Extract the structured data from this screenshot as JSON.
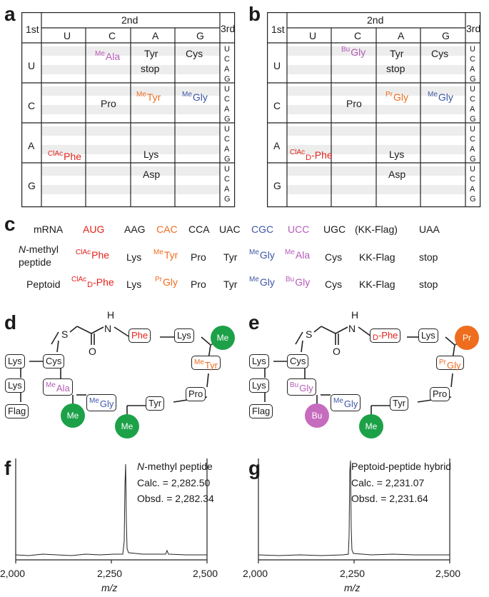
{
  "panels": {
    "a": "a",
    "b": "b",
    "c": "c",
    "d": "d",
    "e": "e",
    "f": "f",
    "g": "g"
  },
  "codon_table_headers": {
    "first": "1st",
    "second": "2nd",
    "third": "3rd",
    "bases": [
      "U",
      "C",
      "A",
      "G"
    ]
  },
  "table_a": {
    "cells": {
      "UC": {
        "sup": "Me",
        "main": "Ala",
        "color": "#b65ab7"
      },
      "UA1": "Tyr",
      "UA2": "stop",
      "UG": "Cys",
      "CC": "Pro",
      "CA": {
        "sup": "Me",
        "main": "Tyr",
        "color": "#ee6d1f"
      },
      "CG": {
        "sup": "Me",
        "main": "Gly",
        "color": "#3e57a7"
      },
      "AU": {
        "sup": "ClAc",
        "main": "Phe",
        "color": "#e2231a"
      },
      "AA": "Lys",
      "GA": "Asp"
    }
  },
  "table_b": {
    "cells": {
      "UC": {
        "sup": "Bu",
        "main": "Gly",
        "color": "#b65ab7"
      },
      "UA1": "Tyr",
      "UA2": "stop",
      "UG": "Cys",
      "CC": "Pro",
      "CA": {
        "sup": "Pr",
        "main": "Gly",
        "color": "#ee6d1f"
      },
      "CG": {
        "sup": "Me",
        "main": "Gly",
        "color": "#3e57a7"
      },
      "AU": {
        "sup": "ClAc",
        "d": "D",
        "main": "-Phe",
        "color": "#e2231a"
      },
      "AA": "Lys",
      "GA": "Asp"
    }
  },
  "panel_c": {
    "mrna_label": "mRNA",
    "mrna": [
      "AUG",
      "AAG",
      "CAC",
      "CCA",
      "UAC",
      "CGC",
      "UCC",
      "UGC",
      "(KK-Flag)",
      "UAA"
    ],
    "nmethyl_label_1": "N",
    "nmethyl_label_2": "-methyl",
    "nmethyl_label_3": "peptide",
    "nmethyl": [
      "Phe",
      "Lys",
      "Tyr",
      "Pro",
      "Tyr",
      "Gly",
      "Ala",
      "Cys",
      "KK-Flag",
      "stop"
    ],
    "nmethyl_sup": [
      "ClAc",
      "",
      "Me",
      "",
      "",
      "Me",
      "Me",
      "",
      "",
      ""
    ],
    "peptoid_label": "Peptoid",
    "peptoid": [
      "-Phe",
      "Lys",
      "Gly",
      "Pro",
      "Tyr",
      "Gly",
      "Gly",
      "Cys",
      "KK-Flag",
      "stop"
    ],
    "peptoid_sup": [
      "ClAc",
      "",
      "Pr",
      "",
      "",
      "Me",
      "Bu",
      "",
      "",
      ""
    ],
    "peptoid_d": "D"
  },
  "panel_d": {
    "nodes": [
      "Phe",
      "Lys",
      "Tyr",
      "Pro",
      "Tyr",
      "Gly",
      "Ala",
      "Cys",
      "Lys",
      "Lys",
      "Flag"
    ],
    "sups": {
      "tyr": "Me",
      "gly": "Me",
      "ala": "Me"
    },
    "circle": "Me",
    "atoms": {
      "s": "S",
      "n": "N",
      "h": "H",
      "o": "O"
    }
  },
  "panel_e": {
    "nodes": [
      "-Phe",
      "Lys",
      "Gly",
      "Pro",
      "Tyr",
      "Gly",
      "Gly",
      "Cys",
      "Lys",
      "Lys",
      "Flag"
    ],
    "sups": {
      "gly_pr": "Pr",
      "gly_me": "Me",
      "gly_bu": "Bu"
    },
    "d": "D",
    "circles": {
      "pr": "Pr",
      "bu": "Bu",
      "me": "Me"
    }
  },
  "spectrum_f": {
    "title_italic": "N",
    "title_rest": "-methyl peptide",
    "calc": "Calc. = 2,282.50",
    "obsd": "Obsd. = 2,282.34",
    "xticks": [
      "2,000",
      "2,250",
      "2,500"
    ],
    "xlabel": "m/z"
  },
  "spectrum_g": {
    "title": "Peptoid-peptide hybrid",
    "calc": "Calc. = 2,231.07",
    "obsd": "Obsd. = 2,231.64",
    "xticks": [
      "2,000",
      "2,250",
      "2,500"
    ],
    "xlabel": "m/z"
  },
  "colors": {
    "red": "#e2231a",
    "orange": "#ee6d1f",
    "blue": "#3e57a7",
    "purple": "#b65ab7",
    "green": "#1da148",
    "stripe": "#ededed"
  }
}
